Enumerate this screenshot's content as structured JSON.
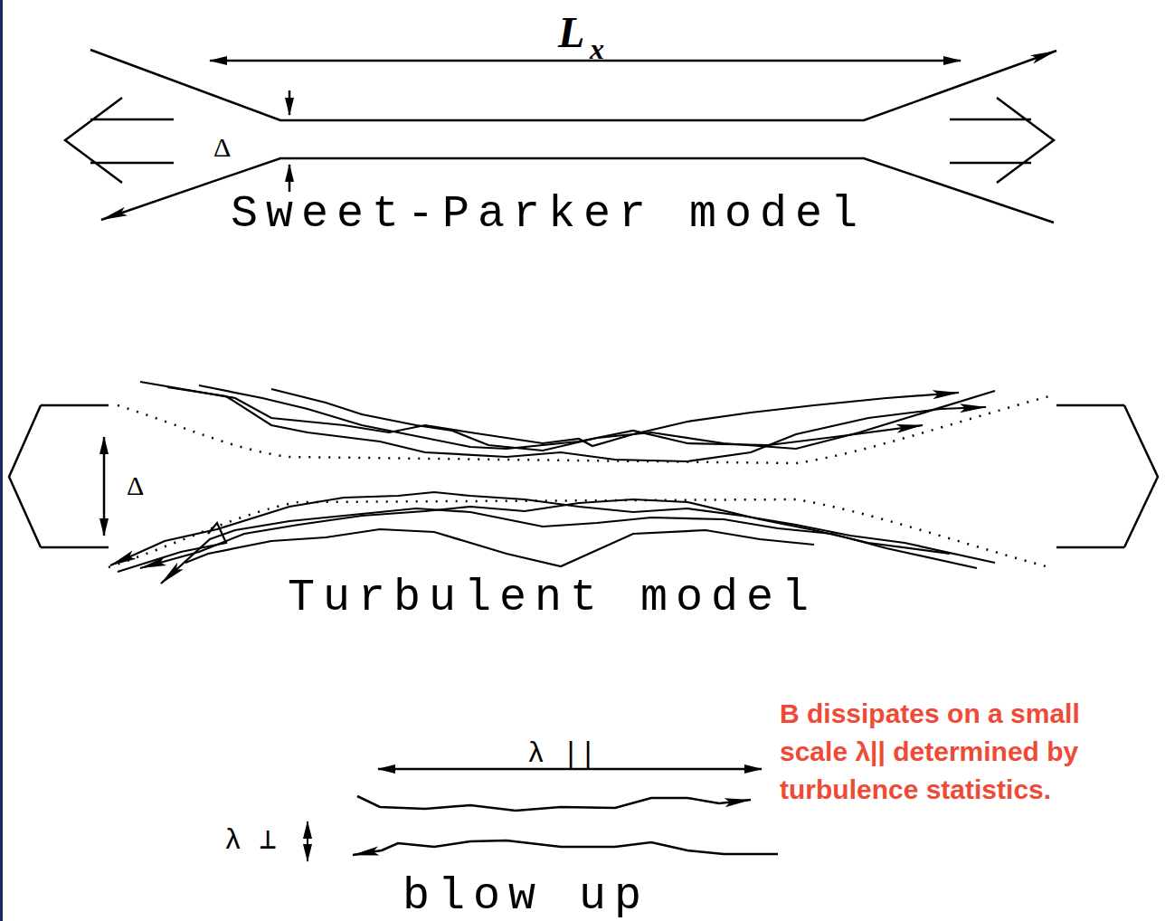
{
  "diagram": {
    "labels": [
      "L",
      "x",
      "Δ",
      "Sweet-Parker model",
      "Δ",
      "Turbulent model",
      "λ ||",
      "λ ⊥",
      "blow up",
      "B dissipates on a small scale λ|| determined by turbulence statistics."
    ]
  }
}
